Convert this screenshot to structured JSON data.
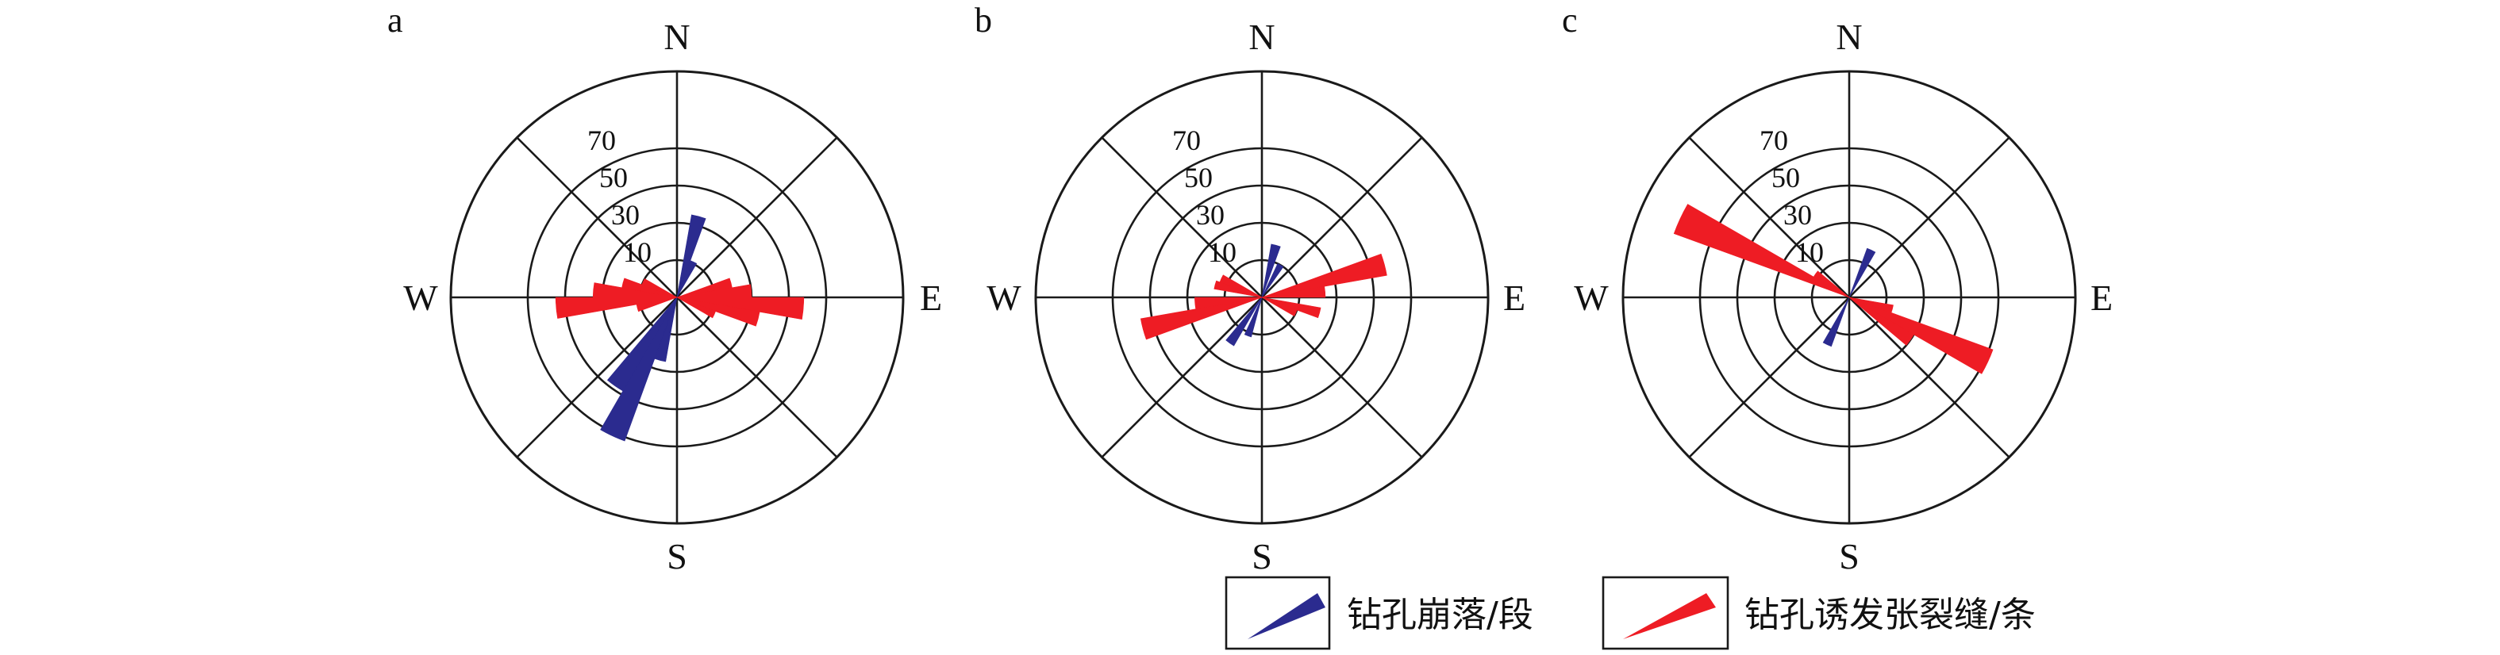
{
  "legend": {
    "breakout_label": "钻孔崩落/段",
    "fracture_label": "钻孔诱发张裂缝/条"
  },
  "colors": {
    "breakout": "#2b2b8f",
    "fracture": "#ee1c24"
  },
  "chart_data": [
    {
      "type": "rose",
      "panel": "a",
      "directions": [
        "N",
        "E",
        "S",
        "W"
      ],
      "ring_labels": [
        "10",
        "30",
        "50",
        "70"
      ],
      "ring_values": [
        10,
        30,
        50,
        70
      ],
      "rlim": [
        0,
        110
      ],
      "grid_angles_deg": [
        0,
        45,
        90,
        135,
        180,
        225,
        270,
        315
      ],
      "bin_width_deg": 10,
      "series": [
        {
          "key": "breakout",
          "bins": [
            {
              "center": 15,
              "value": 35
            },
            {
              "center": 25,
              "value": 11
            },
            {
              "center": 195,
              "value": 25
            },
            {
              "center": 205,
              "value": 72
            },
            {
              "center": 215,
              "value": 48
            }
          ]
        },
        {
          "key": "fracture",
          "bins": [
            {
              "center": 75,
              "value": 20
            },
            {
              "center": 85,
              "value": 30
            },
            {
              "center": 95,
              "value": 58
            },
            {
              "center": 105,
              "value": 35
            },
            {
              "center": 115,
              "value": 12
            },
            {
              "center": 255,
              "value": 12
            },
            {
              "center": 265,
              "value": 55
            },
            {
              "center": 275,
              "value": 35
            },
            {
              "center": 285,
              "value": 20
            },
            {
              "center": 295,
              "value": 10
            }
          ]
        }
      ]
    },
    {
      "type": "rose",
      "panel": "b",
      "directions": [
        "N",
        "E",
        "S",
        "W"
      ],
      "ring_labels": [
        "10",
        "30",
        "50",
        "70"
      ],
      "ring_values": [
        10,
        30,
        50,
        70
      ],
      "rlim": [
        0,
        110
      ],
      "grid_angles_deg": [
        0,
        45,
        90,
        135,
        180,
        225,
        270,
        315
      ],
      "bin_width_deg": 10,
      "series": [
        {
          "key": "breakout",
          "bins": [
            {
              "center": 15,
              "value": 19
            },
            {
              "center": 30,
              "value": 10
            },
            {
              "center": 200,
              "value": 12
            },
            {
              "center": 215,
              "value": 20
            }
          ]
        },
        {
          "key": "fracture",
          "bins": [
            {
              "center": 75,
              "value": 58
            },
            {
              "center": 85,
              "value": 24
            },
            {
              "center": 105,
              "value": 22
            },
            {
              "center": 115,
              "value": 10
            },
            {
              "center": 255,
              "value": 56
            },
            {
              "center": 265,
              "value": 26
            },
            {
              "center": 285,
              "value": 16
            },
            {
              "center": 295,
              "value": 14
            }
          ]
        }
      ]
    },
    {
      "type": "rose",
      "panel": "c",
      "directions": [
        "N",
        "E",
        "S",
        "W"
      ],
      "ring_labels": [
        "10",
        "30",
        "50",
        "70"
      ],
      "ring_values": [
        10,
        30,
        50,
        70
      ],
      "rlim": [
        0,
        110
      ],
      "grid_angles_deg": [
        0,
        45,
        90,
        135,
        180,
        225,
        270,
        315
      ],
      "bin_width_deg": 10,
      "series": [
        {
          "key": "breakout",
          "bins": [
            {
              "center": 25,
              "value": 18
            },
            {
              "center": 205,
              "value": 18
            }
          ]
        },
        {
          "key": "fracture",
          "bins": [
            {
              "center": 295,
              "value": 90
            },
            {
              "center": 305,
              "value": 12
            },
            {
              "center": 115,
              "value": 72
            },
            {
              "center": 125,
              "value": 30
            },
            {
              "center": 105,
              "value": 14
            }
          ]
        }
      ]
    }
  ]
}
